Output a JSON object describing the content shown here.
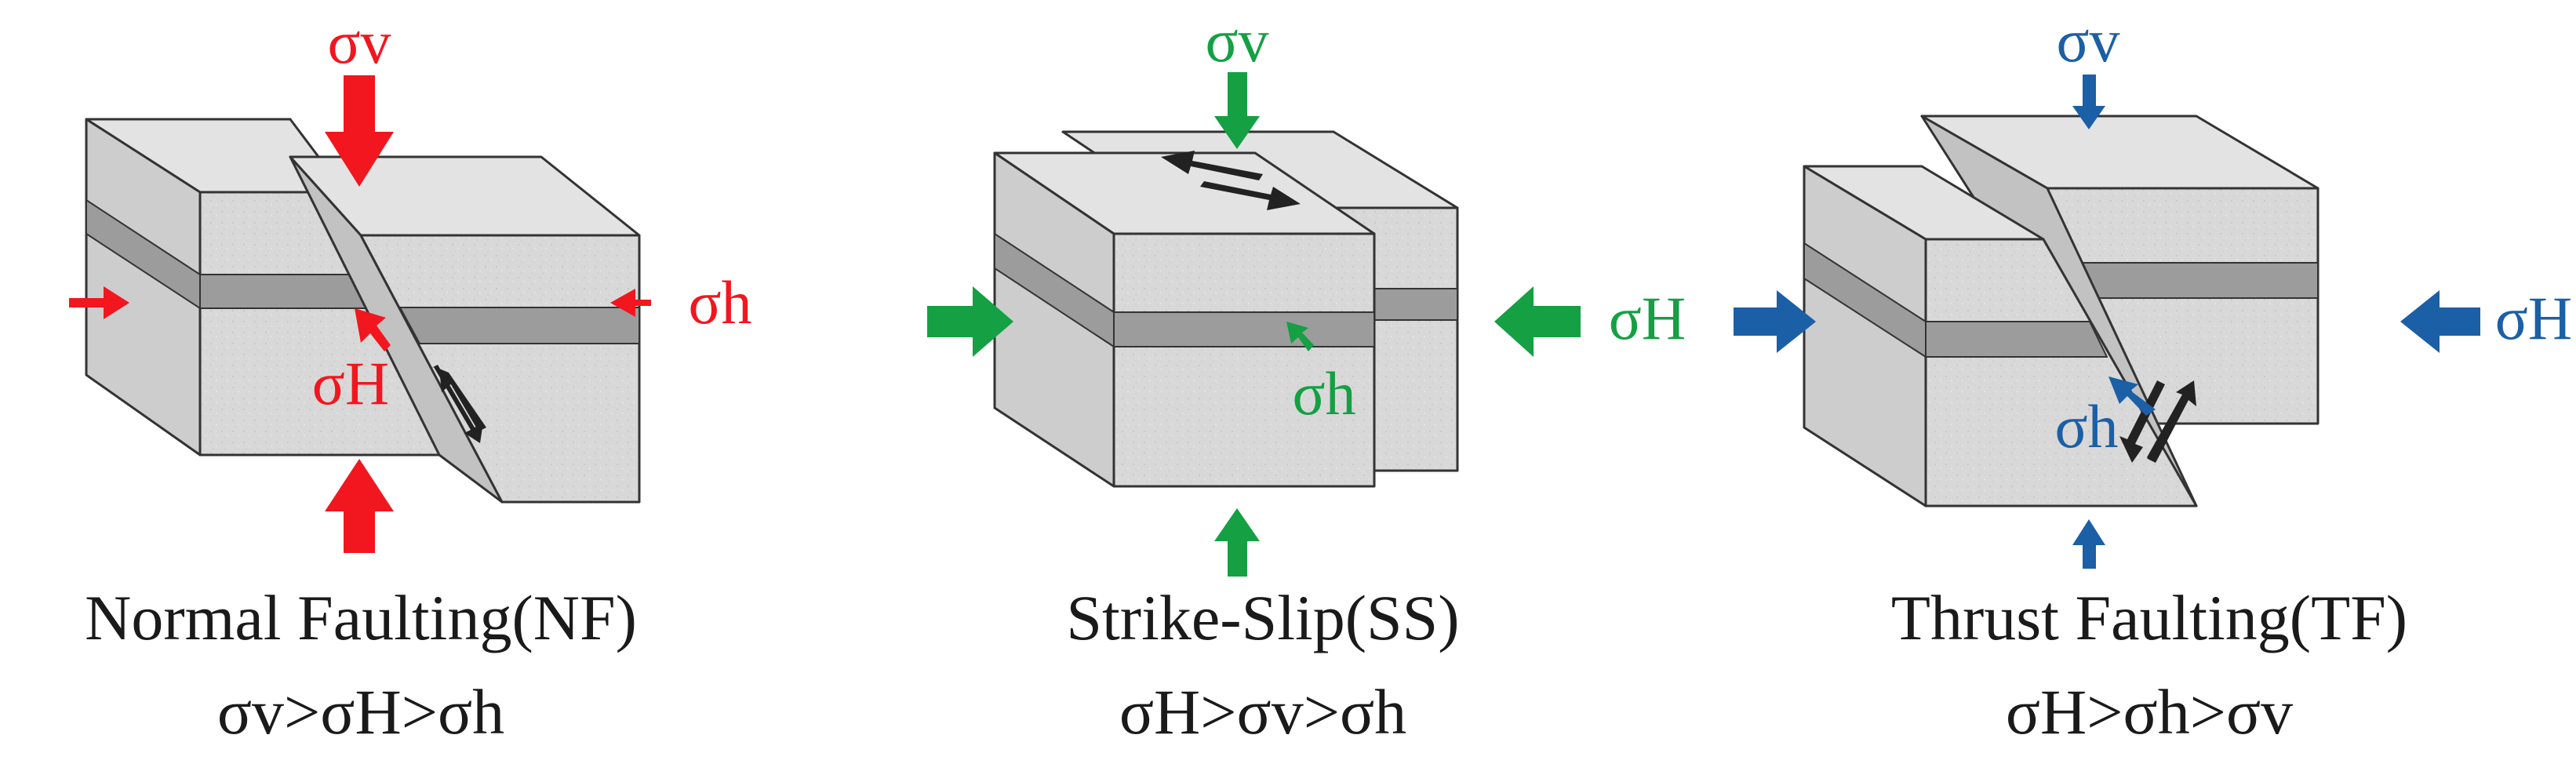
{
  "colors": {
    "block_face": "#d8d8d8",
    "block_top": "#e4e4e4",
    "block_side": "#cbcbcb",
    "layer": "#9a9a9a",
    "outline": "#333333",
    "slip_arrow": "#222222"
  },
  "panels": [
    {
      "id": "normal",
      "title": "Normal Faulting(NF)",
      "relation": "σv>σH>σh",
      "color": "#f2161e",
      "labels": {
        "sv": "σv",
        "sh": "σh",
        "sH": "σH"
      }
    },
    {
      "id": "strike-slip",
      "title": "Strike-Slip(SS)",
      "relation": "σH>σv>σh",
      "color": "#14a043",
      "labels": {
        "sv": "σv",
        "sH": "σH",
        "sh": "σh"
      }
    },
    {
      "id": "thrust",
      "title": "Thrust Faulting(TF)",
      "relation": "σH>σh>σv",
      "color": "#1b5fa6",
      "labels": {
        "sv": "σv",
        "sH": "σH",
        "sh": "σh"
      }
    }
  ]
}
